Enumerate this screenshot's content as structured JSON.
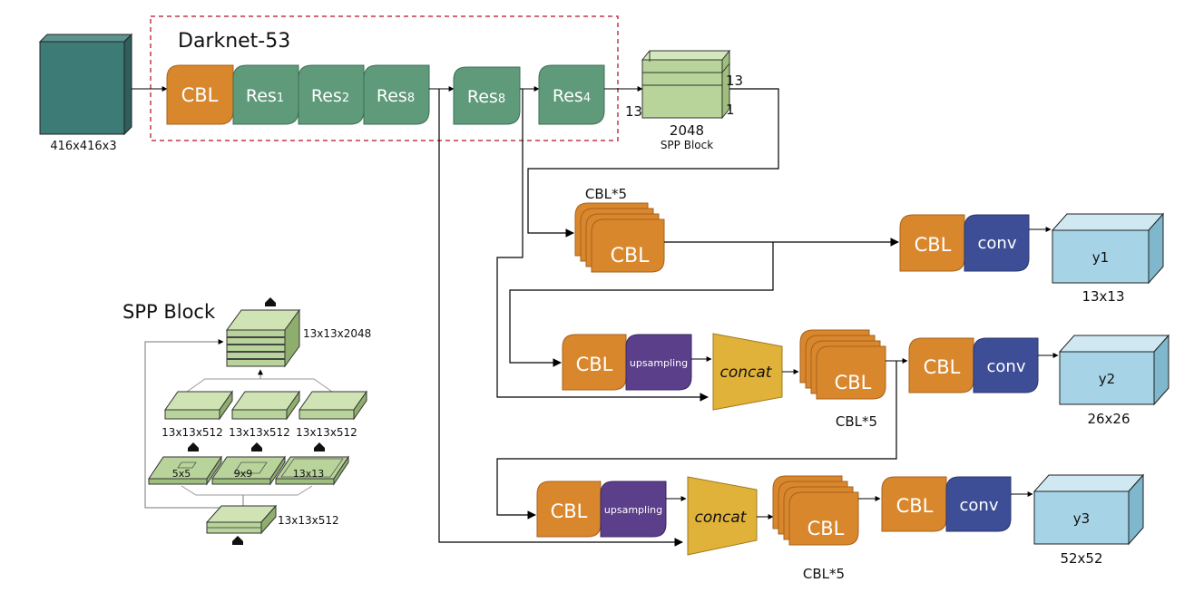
{
  "backbone": {
    "title": "Darknet-53",
    "input_label": "416x416x3",
    "cbl": "CBL",
    "res_blocks": [
      {
        "base": "Res",
        "sub": "1"
      },
      {
        "base": "Res",
        "sub": "2"
      },
      {
        "base": "Res",
        "sub": "8"
      },
      {
        "base": "Res",
        "sub": "8"
      },
      {
        "base": "Res",
        "sub": "4"
      }
    ]
  },
  "spp_top": {
    "dim_13_right": "13",
    "dim_13_left": "13",
    "dim_1": "1",
    "channels": "2048",
    "caption": "SPP Block"
  },
  "neck": {
    "cbl5_top_caption": "CBL*5",
    "cbl5_mid_caption": "CBL*5",
    "cbl5_bot_caption": "CBL*5",
    "cbl": "CBL",
    "upsampling": "upsampling",
    "concat": "concat",
    "conv": "conv"
  },
  "outputs": [
    {
      "name": "y1",
      "size": "13x13"
    },
    {
      "name": "y2",
      "size": "26x26"
    },
    {
      "name": "y3",
      "size": "52x52"
    }
  ],
  "spp_detail": {
    "title": "SPP Block",
    "top_label": "13x13x2048",
    "mid_labels": [
      "13x13x512",
      "13x13x512",
      "13x13x512"
    ],
    "pool_labels": [
      "5x5",
      "9x9",
      "13x13"
    ],
    "bottom_label": "13x13x512"
  },
  "colors": {
    "cbl": "#d9872d",
    "res": "#5f9a7a",
    "conv": "#3d4e96",
    "upsampling": "#5b3f8a",
    "concat": "#e0b23a",
    "output": "#a6d4e6",
    "input_cube": "#3d7b76",
    "feature": "#b8d49a",
    "dashed_box": "#c0394b"
  }
}
